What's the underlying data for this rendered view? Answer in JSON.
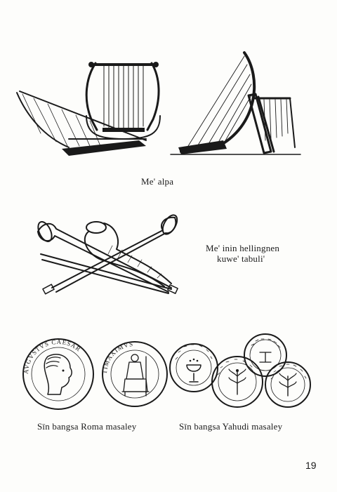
{
  "captions": {
    "harps": "Me' alpa",
    "horns_line1": "Me' inin hellingnen",
    "horns_line2": "kuwe' tabuli'",
    "roman_coins": "Sīn bangsa Roma masaley",
    "jewish_coins": "Sīn bangsa Yahudi masaley"
  },
  "coin_inscriptions": {
    "roman_left": "AVGVSTVS CAESAR",
    "roman_right": "TIMAXIMVS"
  },
  "page_number": "19"
}
